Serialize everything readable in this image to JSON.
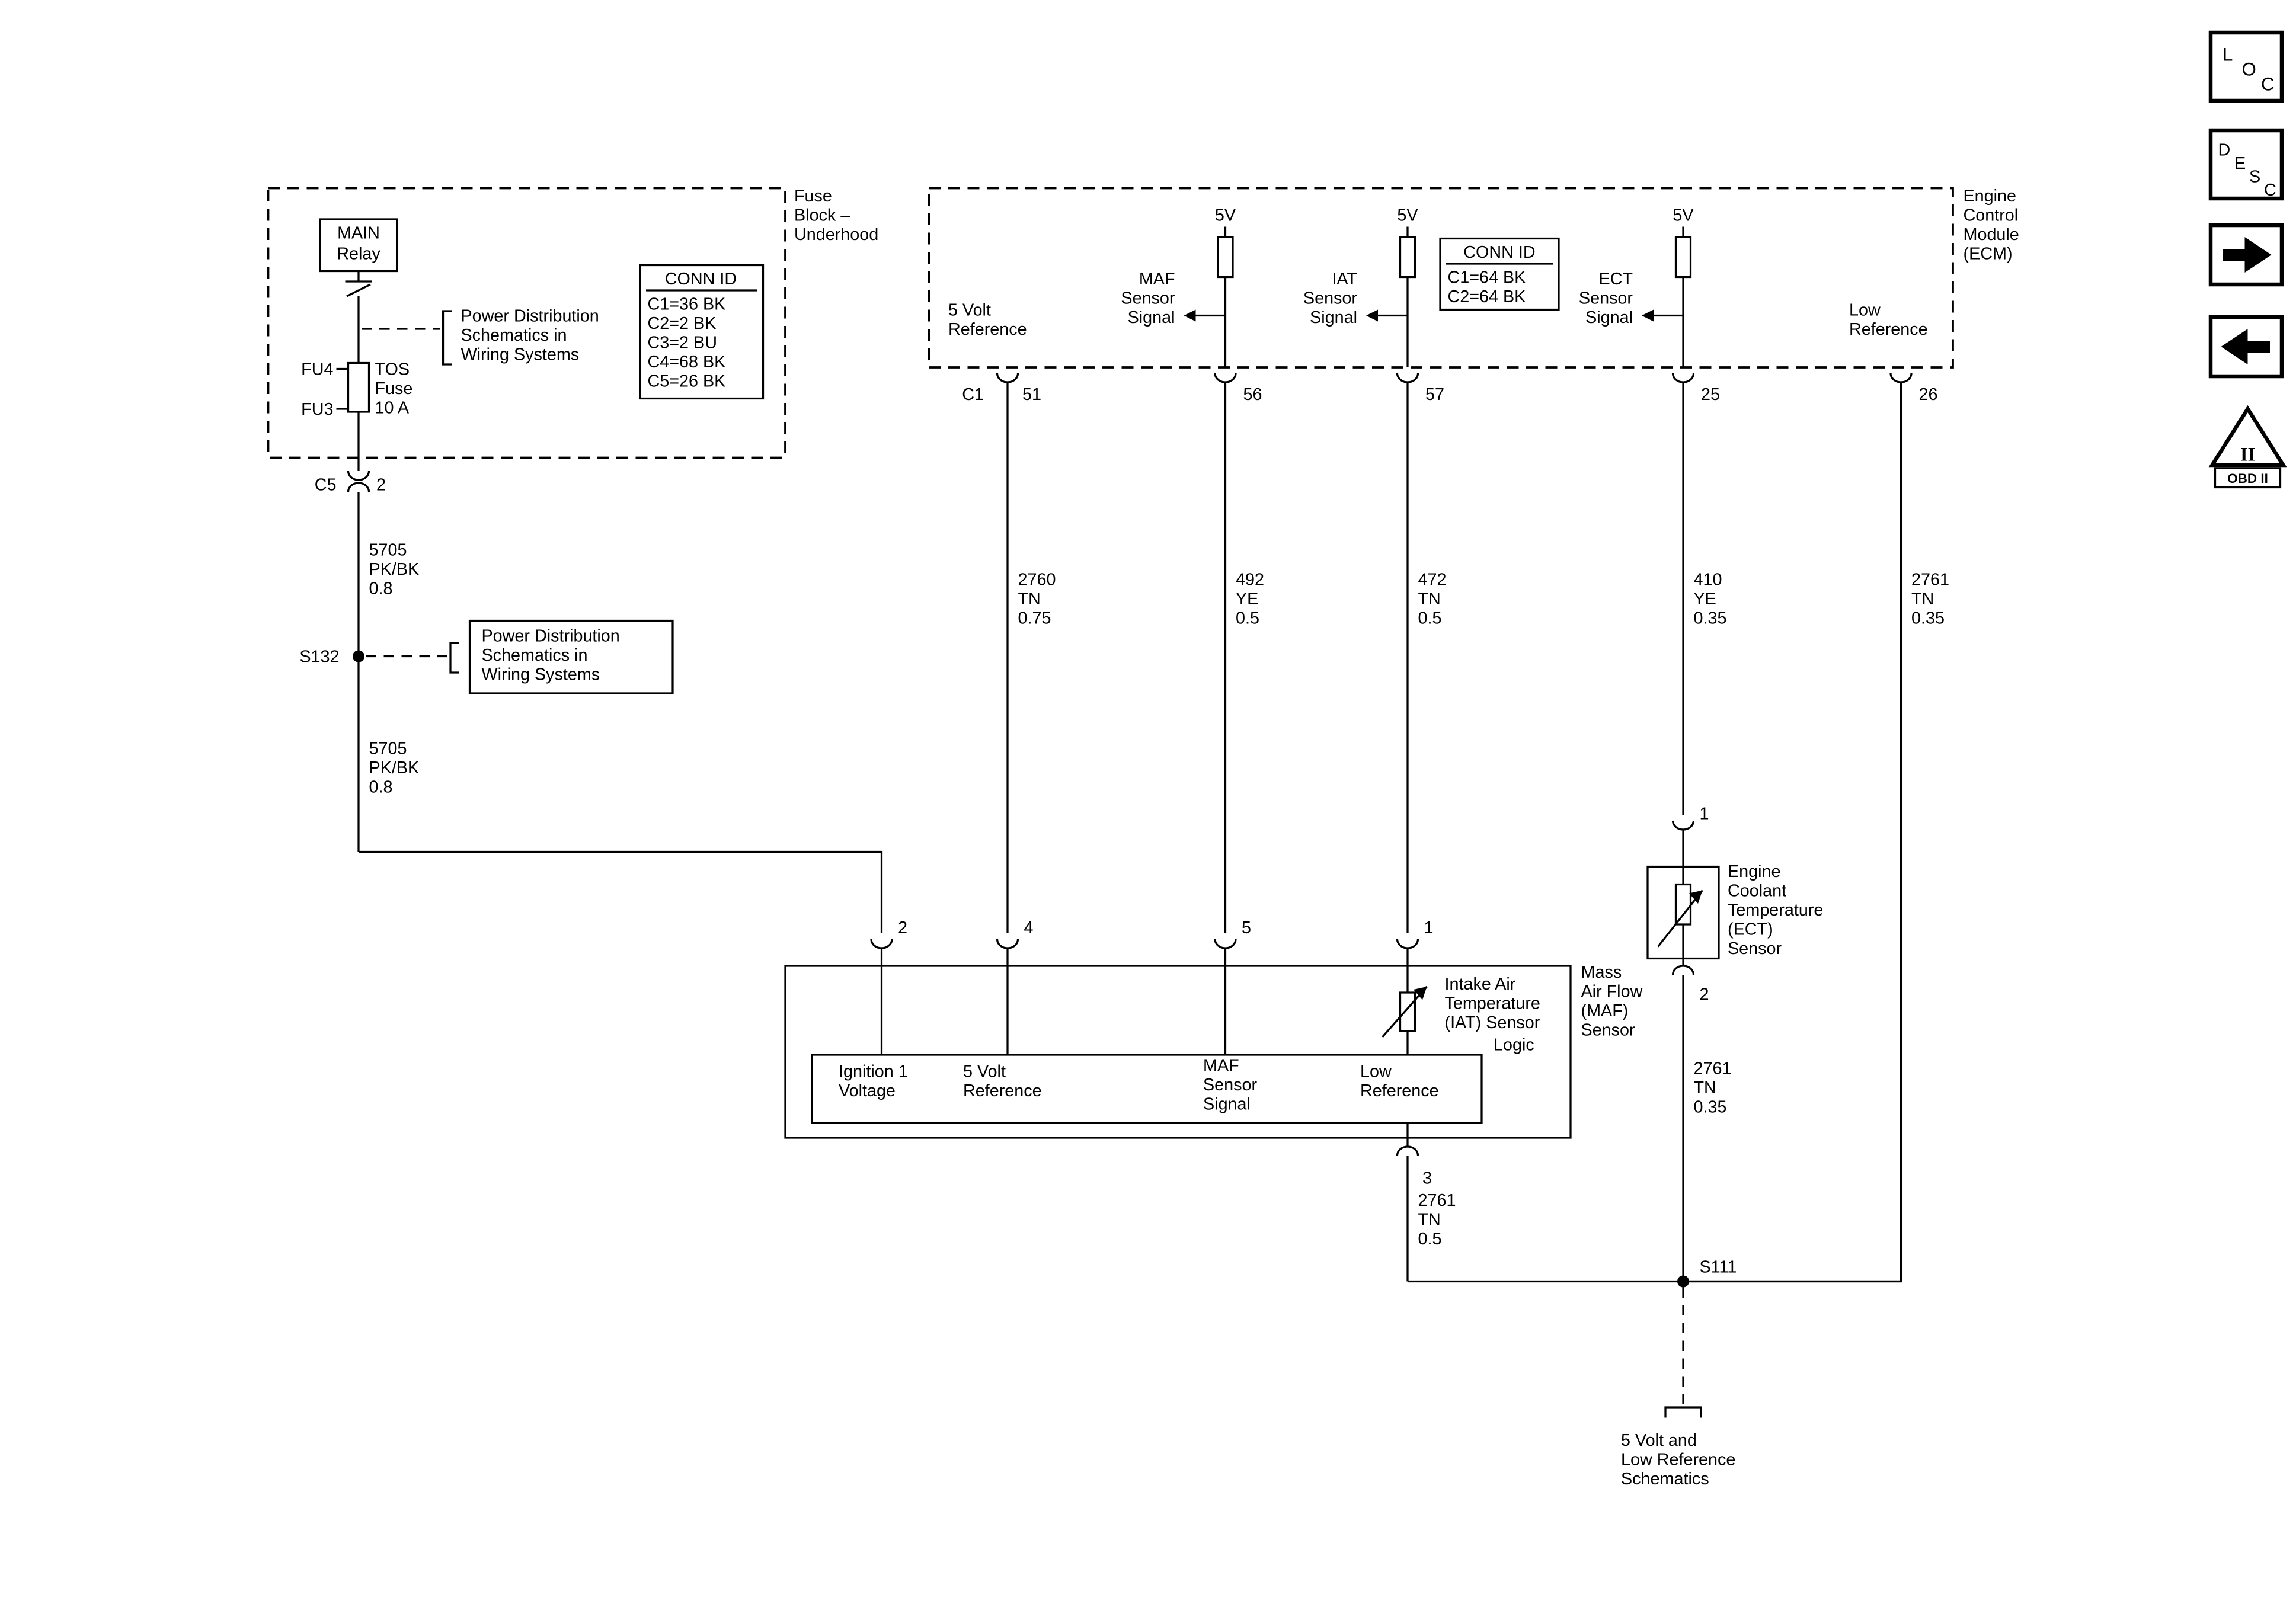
{
  "diagram": {
    "fuse_block": {
      "title": [
        "Fuse",
        "Block –",
        "Underhood"
      ],
      "main_relay": [
        "MAIN",
        "Relay"
      ],
      "fu4": "FU4",
      "fu3": "FU3",
      "fuse": [
        "TOS",
        "Fuse",
        "10 A"
      ],
      "power_ref": [
        "Power Distribution",
        "Schematics in",
        "Wiring Systems"
      ],
      "conn_id_title": "CONN ID",
      "conn_id_rows": [
        "C1=36 BK",
        "C2=2 BK",
        "C3=2 BU",
        "C4=68 BK",
        "C5=26 BK"
      ],
      "connector": "C5",
      "connector_pin": "2"
    },
    "ecm": {
      "title": [
        "Engine",
        "Control",
        "Module",
        "(ECM)"
      ],
      "five_volt_reference": [
        "5 Volt",
        "Reference"
      ],
      "low_reference": [
        "Low",
        "Reference"
      ],
      "maf_signal": [
        "MAF",
        "Sensor",
        "Signal"
      ],
      "iat_signal": [
        "IAT",
        "Sensor",
        "Signal"
      ],
      "ect_signal": [
        "ECT",
        "Sensor",
        "Signal"
      ],
      "v5_maf": "5V",
      "v5_iat": "5V",
      "v5_ect": "5V",
      "conn_id_title": "CONN ID",
      "conn_id_rows": [
        "C1=64 BK",
        "C2=64 BK"
      ],
      "connector": "C1",
      "pin_51": "51",
      "pin_56": "56",
      "pin_57": "57",
      "pin_25": "25",
      "pin_26": "26"
    },
    "wires": {
      "ign_upper": [
        "5705",
        "PK/BK",
        "0.8"
      ],
      "ign_lower": [
        "5705",
        "PK/BK",
        "0.8"
      ],
      "ref5": [
        "2760",
        "TN",
        "0.75"
      ],
      "maf_sig": [
        "492",
        "YE",
        "0.5"
      ],
      "iat_sig": [
        "472",
        "TN",
        "0.5"
      ],
      "ect_sig": [
        "410",
        "YE",
        "0.35"
      ],
      "low_ref": [
        "2761",
        "TN",
        "0.35"
      ],
      "ect_low": [
        "2761",
        "TN",
        "0.35"
      ],
      "maf_low": [
        "2761",
        "TN",
        "0.5"
      ]
    },
    "s132": {
      "label": "S132",
      "ref": [
        "Power Distribution",
        "Schematics in",
        "Wiring Systems"
      ]
    },
    "s111": {
      "label": "S111"
    },
    "maf_sensor": {
      "title": [
        "Mass",
        "Air Flow",
        "(MAF)",
        "Sensor"
      ],
      "iat": [
        "Intake Air",
        "Temperature",
        "(IAT) Sensor"
      ],
      "logic": "Logic",
      "ignition": [
        "Ignition 1",
        "Voltage"
      ],
      "five_volt": [
        "5 Volt",
        "Reference"
      ],
      "signal": [
        "MAF",
        "Sensor",
        "Signal"
      ],
      "low": [
        "Low",
        "Reference"
      ],
      "pin_2": "2",
      "pin_4": "4",
      "pin_5": "5",
      "pin_1": "1",
      "pin_3": "3"
    },
    "ect_sensor": {
      "title": [
        "Engine",
        "Coolant",
        "Temperature",
        "(ECT)",
        "Sensor"
      ],
      "pin_1": "1",
      "pin_2": "2"
    },
    "bottom_ref": [
      "5 Volt and",
      "Low Reference",
      "Schematics"
    ],
    "legend": {
      "loc": [
        "L",
        "O",
        "C"
      ],
      "desc": [
        "D",
        "E",
        "S",
        "C"
      ],
      "obd_numerals": "II",
      "obd_label": "OBD II"
    }
  }
}
